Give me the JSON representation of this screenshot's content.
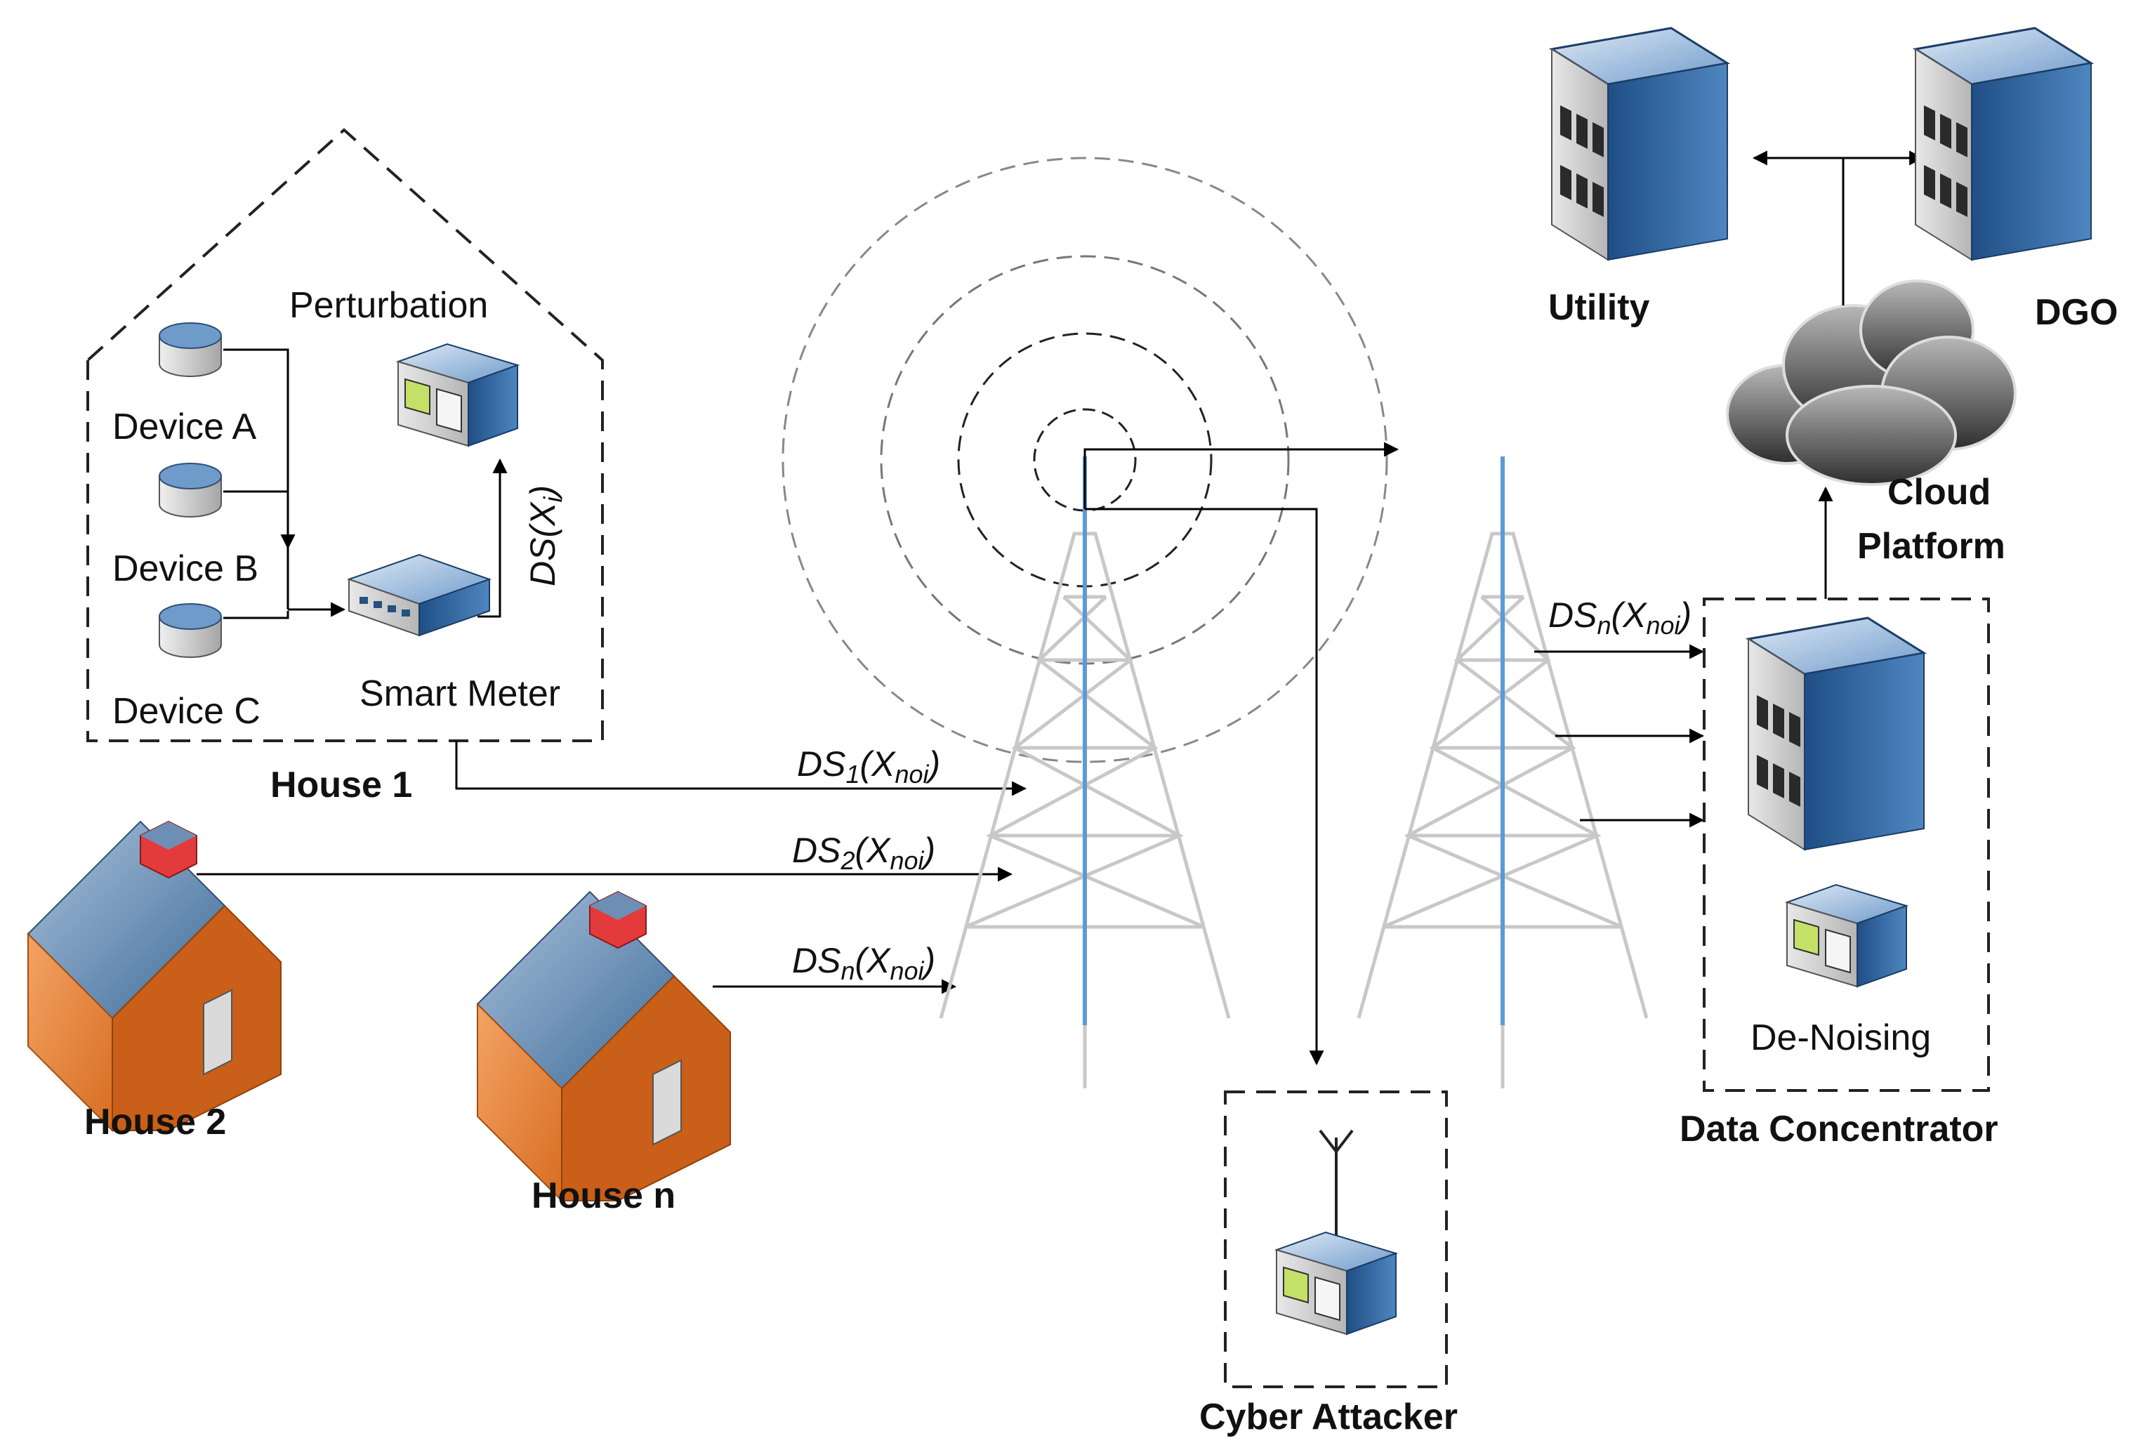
{
  "house1": {
    "title": "House 1",
    "devices": [
      "Device A",
      "Device B",
      "Device C"
    ],
    "smart_meter": "Smart Meter",
    "perturbation": "Perturbation",
    "perturb_signal": {
      "base": "DS",
      "paren_open": "(X",
      "sub": "i",
      "paren_close": ")"
    }
  },
  "houses": {
    "house2": "House 2",
    "housen": "House n"
  },
  "signals": {
    "ds1": {
      "base": "DS",
      "sub1": "1",
      "mid": "(X",
      "sub2": "noi",
      "end": ")"
    },
    "ds2": {
      "base": "DS",
      "sub1": "2",
      "mid": "(X",
      "sub2": "noi",
      "end": ")"
    },
    "dsn": {
      "base": "DS",
      "sub1": "n",
      "mid": "(X",
      "sub2": "noi",
      "end": ")"
    },
    "dsn_right": {
      "base": "DS",
      "sub1": "n",
      "mid": "(X",
      "sub2": "noi",
      "end": ")"
    }
  },
  "cyber_attacker": "Cyber Attacker",
  "data_concentrator": {
    "title": "Data Concentrator",
    "denoising": "De-Noising"
  },
  "cloud": {
    "line1": "Cloud",
    "line2": "Platform"
  },
  "utility": "Utility",
  "dgo": "DGO",
  "colors": {
    "tower": "#c8c8c8",
    "mast": "#5b9bd5",
    "server_blue": "#2e5f95",
    "house_wall": "#e07a2e",
    "house_roof": "#5a84b0"
  }
}
